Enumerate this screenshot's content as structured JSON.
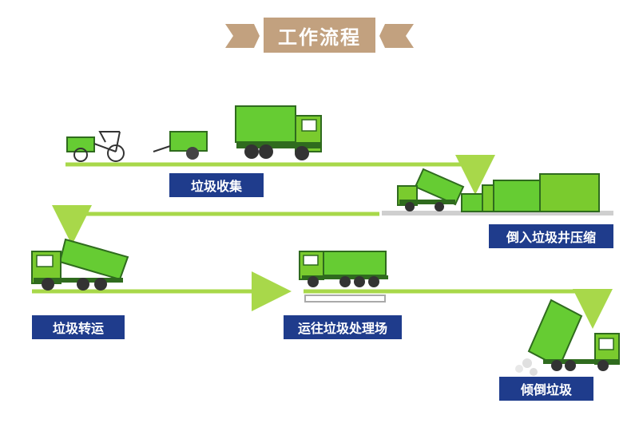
{
  "title": "工作流程",
  "colors": {
    "ribbon": "#c2a17f",
    "label_bg": "#1f3c8c",
    "label_text": "#ffffff",
    "arrow": "#a8d84a",
    "truck_green": "#66cc33",
    "truck_dark": "#2f6b1e",
    "cab_green": "#7acb2e"
  },
  "steps": [
    {
      "label": "垃圾收集"
    },
    {
      "label": "倒入垃圾井压缩"
    },
    {
      "label": "垃圾转运"
    },
    {
      "label": "运往垃圾处理场"
    },
    {
      "label": "倾倒垃圾"
    }
  ]
}
